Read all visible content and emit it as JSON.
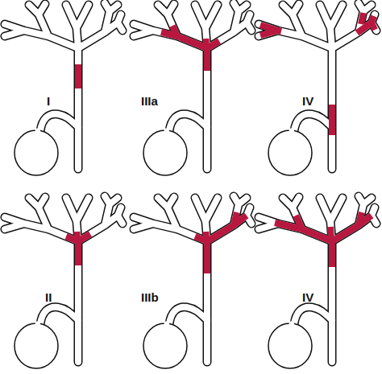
{
  "diagram": {
    "labels": [
      "I",
      "IIIa",
      "IV",
      "II",
      "IIIb",
      "IV"
    ]
  }
}
